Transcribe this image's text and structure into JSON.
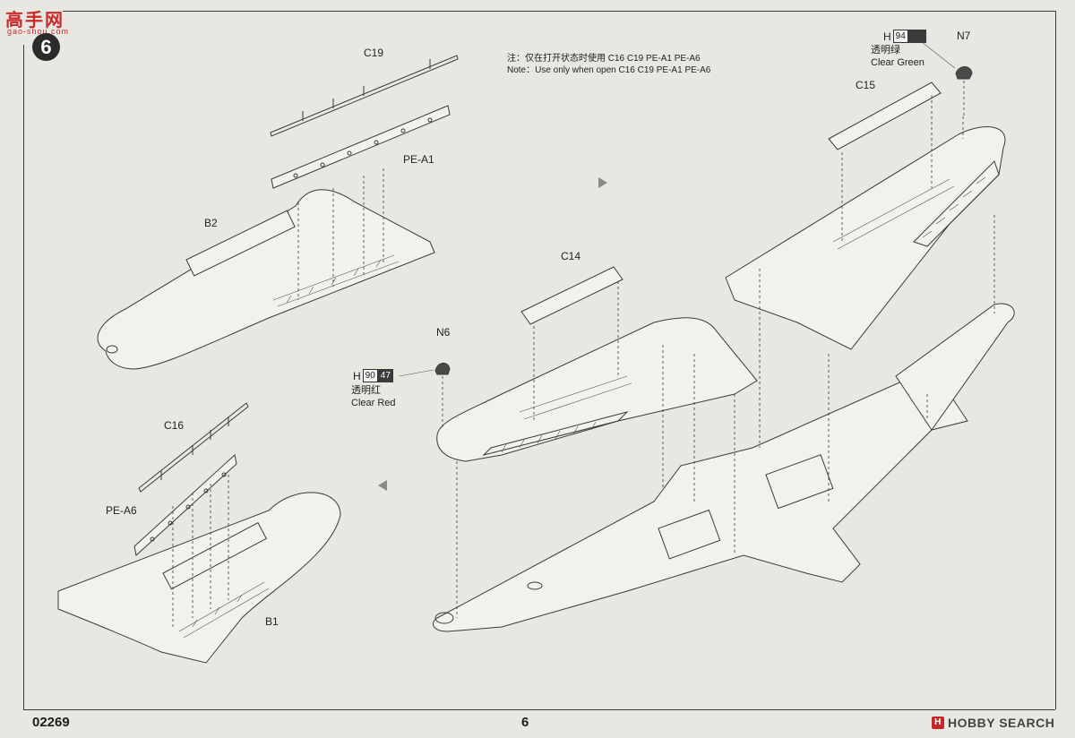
{
  "watermark": {
    "name_cn": "高手网",
    "url": "gao-shou.com"
  },
  "step": {
    "number": "6"
  },
  "note": {
    "cn": "注：仅在打开状态时使用 C16 C19 PE-A1 PE-A6",
    "en": "Note：Use only when open C16 C19 PE-A1 PE-A6"
  },
  "parts": {
    "c19": "C19",
    "pe_a1": "PE-A1",
    "b2": "B2",
    "c16": "C16",
    "pe_a6": "PE-A6",
    "b1": "B1",
    "c14": "C14",
    "c15": "C15",
    "n6": "N6",
    "n7": "N7"
  },
  "paint_red": {
    "h": "H",
    "code1": "90",
    "code2": "47",
    "cn": "透明红",
    "en": "Clear Red"
  },
  "paint_green": {
    "h": "H",
    "code1": "94",
    "code2": "",
    "cn": "透明绿",
    "en": "Clear Green"
  },
  "footer": {
    "code": "02269",
    "page": "6",
    "brand": "HOBBY SEARCH",
    "brand_icon": "H"
  },
  "colors": {
    "paper": "#e9e7e2",
    "line": "#3a3a3a",
    "watermark_red": "#c92a2a"
  }
}
